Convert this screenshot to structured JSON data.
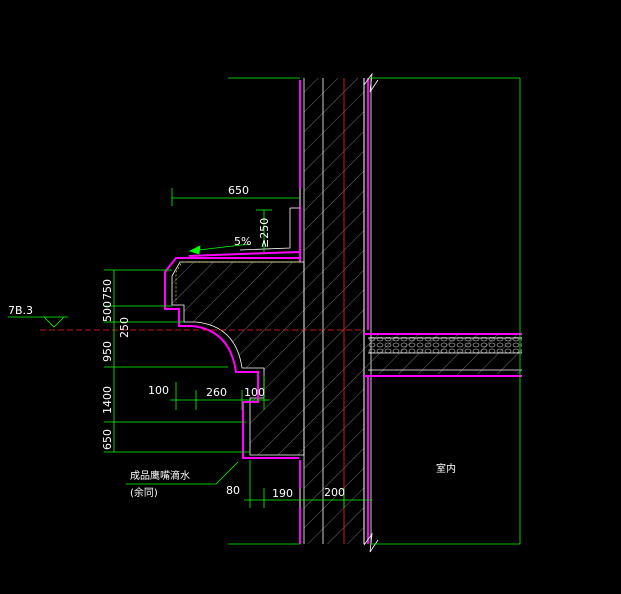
{
  "dimensions": {
    "top_width": "650",
    "upturn_height": "≥250",
    "slope": "5%",
    "v_750": "750",
    "v_500": "500",
    "v_250": "250",
    "v_950": "950",
    "v_1400": "1400",
    "v_650": "650",
    "h_100_left": "100",
    "h_260": "260",
    "h_100_right": "100",
    "h_80": "80",
    "h_190": "190",
    "h_200": "200"
  },
  "level_mark": "7B.3",
  "note": {
    "line1": "成品鹰嘴滴水",
    "line2": "(余同)"
  },
  "room_label": "室内",
  "colors": {
    "background": "#000000",
    "dimension_lines": "#00ff00",
    "waterproof_layer": "#ff00ff",
    "center_line": "#ff2020",
    "text": "#ffffff",
    "structure_outline": "#ffffff"
  }
}
